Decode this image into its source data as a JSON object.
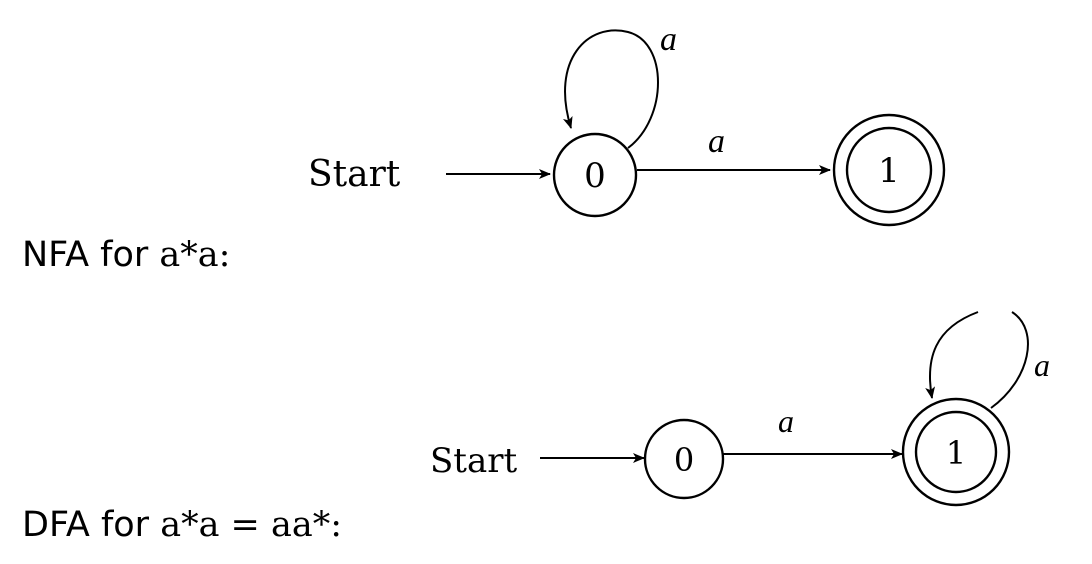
{
  "nfa": {
    "caption_prefix": "NFA for ",
    "caption_math": "a*a:",
    "start_label": "Start",
    "states": [
      {
        "id": "0",
        "label": "0",
        "accepting": false
      },
      {
        "id": "1",
        "label": "1",
        "accepting": true
      }
    ],
    "transitions": [
      {
        "from": "0",
        "to": "0",
        "label": "a"
      },
      {
        "from": "0",
        "to": "1",
        "label": "a"
      }
    ]
  },
  "dfa": {
    "caption_prefix": "DFA for ",
    "caption_math": "a*a = aa*:",
    "start_label": "Start",
    "states": [
      {
        "id": "0",
        "label": "0",
        "accepting": false
      },
      {
        "id": "1",
        "label": "1",
        "accepting": true
      }
    ],
    "transitions": [
      {
        "from": "0",
        "to": "1",
        "label": "a"
      },
      {
        "from": "1",
        "to": "1",
        "label": "a"
      }
    ]
  }
}
